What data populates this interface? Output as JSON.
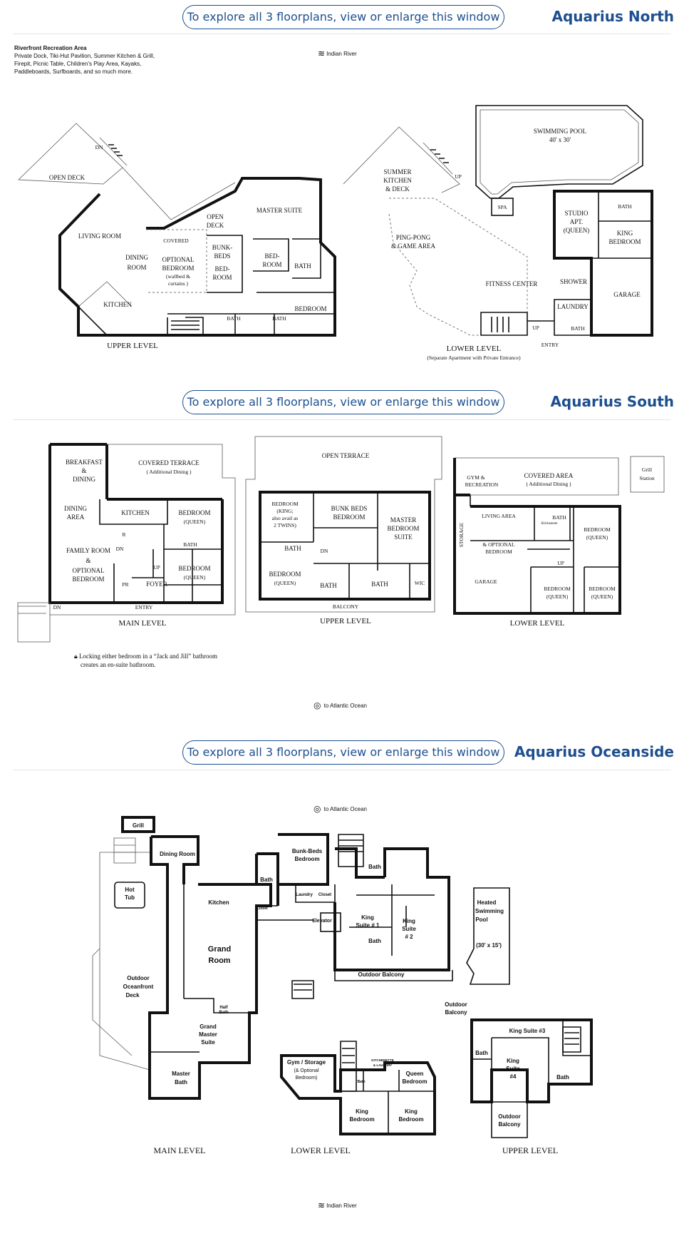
{
  "banner_text": "To explore all 3 floorplans, view or enlarge this window",
  "north": {
    "title": "Aquarius North",
    "recreation_title": "Riverfront Recreation Area",
    "recreation_lines": [
      "Private Dock, Tiki-Hut Pavilion, Summer Kitchen & Grill,",
      "Firepit, Picnic Table, Children's Play Area, Kayaks,",
      "Paddleboards, Surfboards, and so much more."
    ],
    "compass_label": "Indian River",
    "upper_level_label": "UPPER LEVEL",
    "lower_level_label": "LOWER LEVEL",
    "lower_level_note": "(Separate Apartment with Private Entrance)",
    "rooms_upper": {
      "open_deck_1": "OPEN DECK",
      "dn": "DN",
      "living_room": "LIVING ROOM",
      "dining_room_1": "DINING",
      "dining_room_2": "ROOM",
      "kitchen": "KITCHEN",
      "covered": "COVERED",
      "optional_bedroom_1": "OPTIONAL",
      "optional_bedroom_2": "BEDROOM",
      "optional_bedroom_3": "(wallbed &",
      "optional_bedroom_4": "curtains )",
      "open_deck_2a": "OPEN",
      "open_deck_2b": "DECK",
      "bunk_1": "BUNK-",
      "bunk_2": "BEDS",
      "bunk_3": "BED-",
      "bunk_4": "ROOM",
      "master_suite": "MASTER SUITE",
      "bedroom_a1": "BED-",
      "bedroom_a2": "ROOM",
      "bath_1": "BATH",
      "bath_2": "BATH",
      "bath_3": "BATH",
      "bedroom_b": "BEDROOM"
    },
    "rooms_lower": {
      "summer_kitchen_1": "SUMMER",
      "summer_kitchen_2": "KITCHEN",
      "summer_kitchen_3": "& DECK",
      "up_1": "UP",
      "pool_1": "SWIMMING POOL",
      "pool_2": "40' x 30'",
      "spa": "SPA",
      "studio_1": "STUDIO",
      "studio_2": "APT.",
      "studio_3": "(QUEEN)",
      "bath": "BATH",
      "king_1": "KING",
      "king_2": "BEDROOM",
      "pingpong_1": "PING-PONG",
      "pingpong_2": "& GAME AREA",
      "fitness": "FITNESS CENTER",
      "shower": "SHOWER",
      "garage": "GARAGE",
      "laundry": "LAUNDRY",
      "bath_2": "BATH",
      "up_2": "UP",
      "entry": "ENTRY"
    }
  },
  "south": {
    "title": "Aquarius South",
    "main_level_label": "MAIN LEVEL",
    "upper_level_label": "UPPER LEVEL",
    "lower_level_label": "LOWER LEVEL",
    "lock_note_1": "Locking either bedroom in a “Jack and Jill” bathroom",
    "lock_note_2": "creates an en-suite bathroom.",
    "compass_label": "to Atlantic Ocean",
    "main": {
      "breakfast_1": "BREAKFAST",
      "breakfast_2": "&",
      "breakfast_3": "DINING",
      "terrace_1": "COVERED TERRACE",
      "terrace_2": "( Additional Dining )",
      "dining_1": "DINING",
      "dining_2": "AREA",
      "kitchen": "KITCHEN",
      "bedroom_q1a": "BEDROOM",
      "bedroom_q1b": "(QUEEN)",
      "r": "R",
      "dn_1": "DN",
      "bath": "BATH",
      "family_1": "FAMILY ROOM",
      "family_2": "&",
      "family_3": "OPTIONAL",
      "family_4": "BEDROOM",
      "up": "UP",
      "bedroom_q2a": "BEDROOM",
      "bedroom_q2b": "(QUEEN)",
      "pr": "PR",
      "foyer": "FOYER",
      "entry": "ENTRY",
      "dn_2": "DN"
    },
    "upper": {
      "open_terrace": "OPEN TERRACE",
      "bedroom_k1": "BEDROOM",
      "bedroom_k2": "(KING;",
      "bedroom_k3": "also avail as",
      "bedroom_k4": "2 TWINS)",
      "bunk_1": "BUNK BEDS",
      "bunk_2": "BEDROOM",
      "master_1": "MASTER",
      "master_2": "BEDROOM",
      "master_3": "SUITE",
      "bath_1": "BATH",
      "dn": "DN",
      "bedroom_q1": "BEDROOM",
      "bedroom_q2": "(QUEEN)",
      "bath_2": "BATH",
      "bath_3": "BATH",
      "wic": "WIC",
      "balcony": "BALCONY"
    },
    "lower": {
      "gym_1": "GYM &",
      "gym_2": "RECREATION",
      "covered_1": "COVERED AREA",
      "covered_2": "( Additional Dining )",
      "grill_1": "Grill",
      "grill_2": "Station",
      "storage": "STORAGE",
      "living": "LIVING AREA",
      "kitchenette": "Kitchenette",
      "bath": "BATH",
      "bedroom_q1a": "BEDROOM",
      "bedroom_q1b": "(QUEEN)",
      "optional_1": "& OPTIONAL",
      "optional_2": "BEDROOM",
      "up": "UP",
      "garage": "GARAGE",
      "bedroom_q2a": "BEDROOM",
      "bedroom_q2b": "(QUEEN)",
      "bedroom_q3a": "BEDROOM",
      "bedroom_q3b": "(QUEEN)"
    }
  },
  "oceanside": {
    "title": "Aquarius Oceanside",
    "compass_top_label": "to Atlantic Ocean",
    "compass_bottom_label": "Indian River",
    "main_level_label": "MAIN LEVEL",
    "lower_level_label": "LOWER LEVEL",
    "upper_level_label": "UPPER LEVEL",
    "main": {
      "grill": "Grill",
      "dining": "Dining Room",
      "hottub_1": "Hot",
      "hottub_2": "Tub",
      "kitchen": "Kitchen",
      "grand_1": "Grand",
      "grand_2": "Room",
      "deck_1": "Outdoor",
      "deck_2": "Oceanfront",
      "deck_3": "Deck",
      "half_1": "Half",
      "half_2": "Bath",
      "gms_1": "Grand",
      "gms_2": "Master",
      "gms_3": "Suite",
      "mb_1": "Master",
      "mb_2": "Bath",
      "bath_1": "Bath",
      "bunk_1": "Bunk-Beds",
      "bunk_2": "Bedroom",
      "laundry": "Laundry",
      "closet_1": "Closet",
      "closet_2": "Closet",
      "elevator": "Elevator",
      "bath_2": "Bath",
      "ks1_1": "King",
      "ks1_2": "Suite # 1",
      "ks2_1": "King",
      "ks2_2": "Suite",
      "ks2_3": "# 2",
      "bath_3": "Bath",
      "balcony": "Outdoor Balcony",
      "pool_1": "Heated",
      "pool_2": "Swimming",
      "pool_3": "Pool",
      "pool_4": "(30' x 15')"
    },
    "lower": {
      "gym_1": "Gym / Storage",
      "gym_2": "(& Optional",
      "gym_3": "Bedroom)",
      "kitchenette_1": "KITCHENETTE",
      "kitchenette_2": "& LAUNDRY",
      "bath": "Bath",
      "queen_1": "Queen",
      "queen_2": "Bedroom",
      "king1_1": "King",
      "king1_2": "Bedroom",
      "king2_1": "King",
      "king2_2": "Bedroom"
    },
    "upper": {
      "balcony_1a": "Outdoor",
      "balcony_1b": "Balcony",
      "ks3": "King Suite #3",
      "bath_1": "Bath",
      "ks4_1": "King",
      "ks4_2": "Suite",
      "ks4_3": "#4",
      "bath_2": "Bath",
      "balcony_2a": "Outdoor",
      "balcony_2b": "Balcony"
    }
  }
}
